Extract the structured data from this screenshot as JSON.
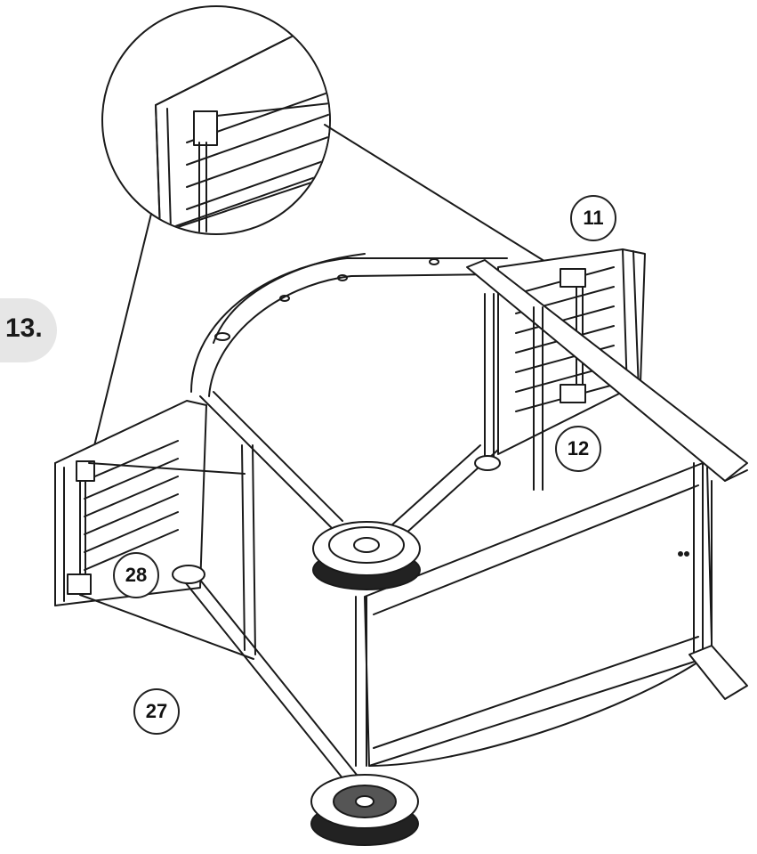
{
  "step": {
    "label": "13."
  },
  "callouts": [
    "11",
    "12",
    "28",
    "27"
  ],
  "colors": {
    "line": "#1a1a1a",
    "panel": "#ffffff",
    "badge": "#e6e6e6",
    "wheel": "#222222"
  }
}
